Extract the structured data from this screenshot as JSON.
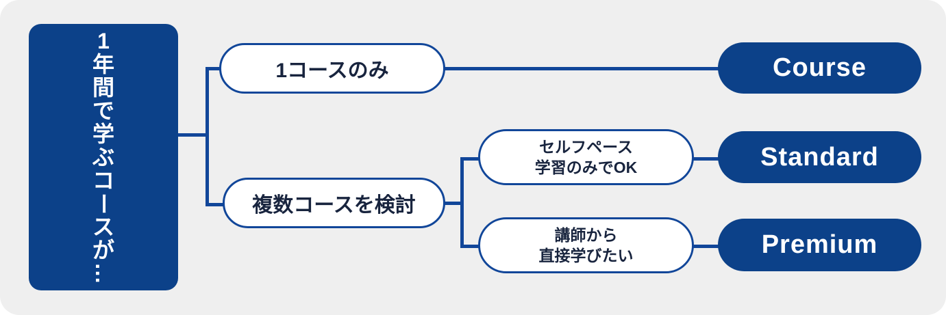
{
  "flowchart": {
    "root_label": "1年間で学ぶコースが…",
    "level1": [
      {
        "label": "1コースのみ"
      },
      {
        "label": "複数コースを検討"
      }
    ],
    "level2": [
      {
        "line1": "セルフペース",
        "line2": "学習のみでOK"
      },
      {
        "line1": "講師から",
        "line2": "直接学びたい"
      }
    ],
    "results": [
      {
        "label": "Course"
      },
      {
        "label": "Standard"
      },
      {
        "label": "Premium"
      }
    ],
    "colors": {
      "panel_bg": "#efefef",
      "navy_fill": "#0c4189",
      "line_blue": "#114699",
      "pill_text": "#18243e",
      "result_text": "#ffffff"
    }
  }
}
